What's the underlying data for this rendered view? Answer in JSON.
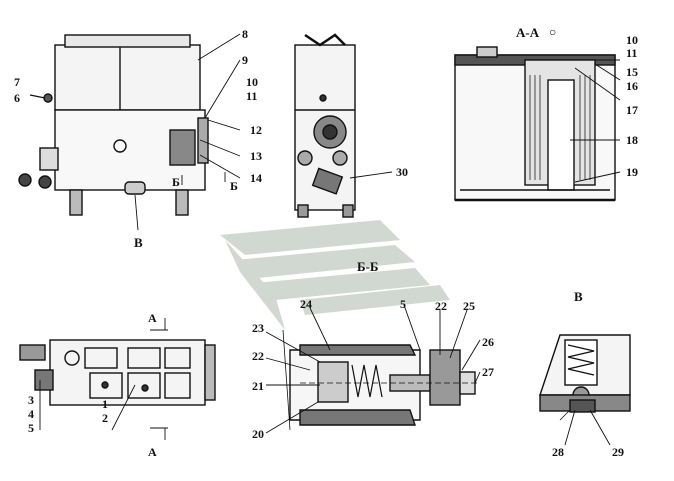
{
  "labels": {
    "n1": "1",
    "n2": "2",
    "n3": "3",
    "n4": "4",
    "n5": "5",
    "n6": "6",
    "n7": "7",
    "n8": "8",
    "n9": "9",
    "n10": "10",
    "n11": "11",
    "n12": "12",
    "n13": "13",
    "n14": "14",
    "n10b": "10",
    "n11b": "11",
    "n15": "15",
    "n16": "16",
    "n17": "17",
    "n18": "18",
    "n19": "19",
    "n20": "20",
    "n21": "21",
    "n22": "22",
    "n22b": "22",
    "n23": "23",
    "n24": "24",
    "n25": "25",
    "n26": "26",
    "n27": "27",
    "n28": "28",
    "n29": "29",
    "n30": "30",
    "n5b": "5"
  },
  "views": {
    "section_aa": "А-А",
    "section_bb": "Б-Б",
    "view_v": "В",
    "view_v_front": "В",
    "cut_a_top": "А",
    "cut_a_bottom": "А",
    "cut_b_left": "Б",
    "cut_b_right": "Б"
  }
}
